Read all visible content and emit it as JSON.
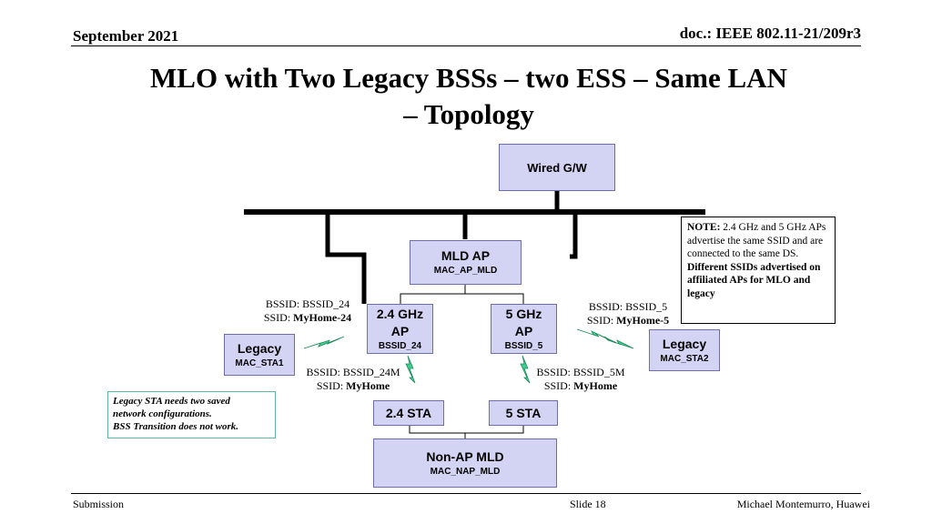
{
  "header": {
    "date": "September 2021",
    "doc": "doc.: IEEE 802.11-21/209r3"
  },
  "title": {
    "line1": "MLO with Two Legacy BSSs – two ESS –  Same LAN",
    "line2": "– Topology"
  },
  "nodes": {
    "gateway": {
      "label": "Wired G/W"
    },
    "mld_ap": {
      "label": "MLD AP",
      "sub": "MAC_AP_MLD"
    },
    "ap_24": {
      "label1": "2.4 GHz",
      "label2": "AP",
      "sub": "BSSID_24"
    },
    "ap_5": {
      "label1": "5 GHz",
      "label2": "AP",
      "sub": "BSSID_5"
    },
    "legacy1": {
      "label": "Legacy",
      "sub": "MAC_STA1"
    },
    "legacy2": {
      "label": "Legacy",
      "sub": "MAC_STA2"
    },
    "sta_24": {
      "label": "2.4 STA"
    },
    "sta_5": {
      "label": "5 STA"
    },
    "non_ap_mld": {
      "label": "Non-AP MLD",
      "sub": "MAC_NAP_MLD"
    }
  },
  "labels": {
    "bss24": {
      "bssid": "BSSID: BSSID_24",
      "ssid_prefix": "SSID: ",
      "ssid": "MyHome-24"
    },
    "bss5": {
      "bssid": "BSSID: BSSID_5",
      "ssid_prefix": "SSID: ",
      "ssid": "MyHome-5"
    },
    "bss24m": {
      "bssid": "BSSID: BSSID_24M",
      "ssid_prefix": "SSID: ",
      "ssid": "MyHome"
    },
    "bss5m": {
      "bssid": "BSSID: BSSID_5M",
      "ssid_prefix": "SSID: ",
      "ssid": "MyHome"
    }
  },
  "note": {
    "prefix": "NOTE:",
    "text": " 2.4 GHz and 5 GHz APs advertise the same SSID and are connected to the same DS.",
    "bold": "Different SSIDs advertised on affiliated APs for MLO and legacy"
  },
  "legacy_note": {
    "line1": "Legacy STA needs two saved",
    "line2": "network configurations.",
    "line3": "BSS Transition does not work."
  },
  "footer": {
    "left": "Submission",
    "center": "Slide 18",
    "right": "Michael Montemurro, Huawei"
  },
  "colors": {
    "box_fill": "#d3d3f3",
    "box_border": "#6d6da8",
    "lightning": "#3ecf8e"
  }
}
